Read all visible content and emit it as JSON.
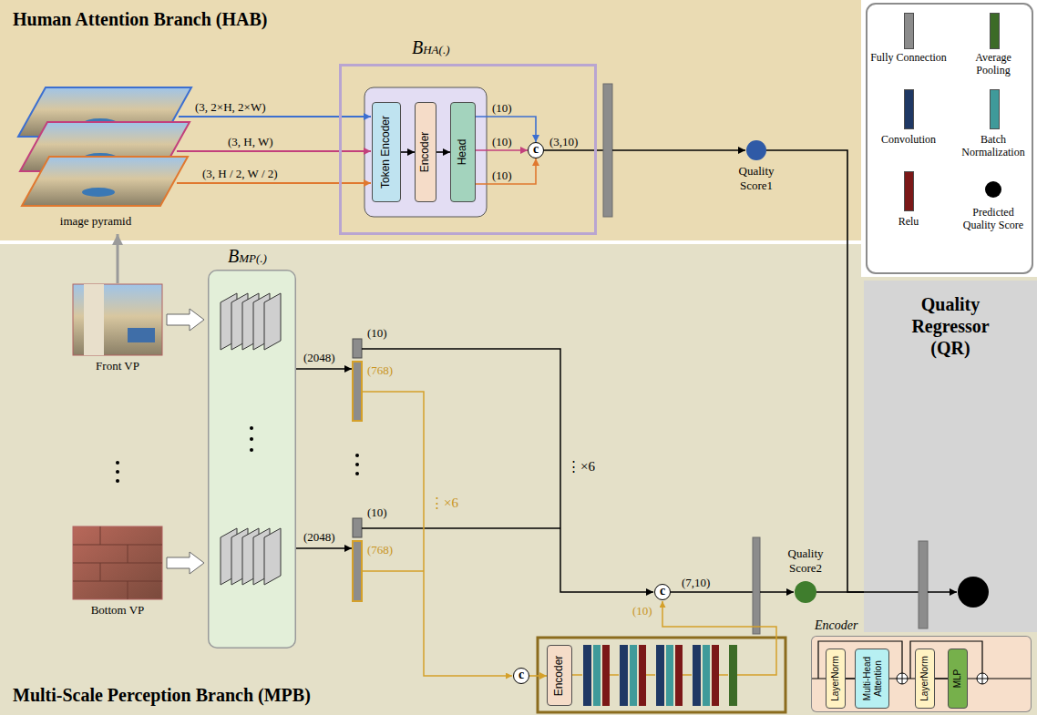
{
  "diagram": {
    "nodes": [
      {
        "text": [
          "Human Attention Branch (HAB)"
        ]
      },
      {
        "text": [
          "BHA(.)"
        ],
        "in": 0
      },
      {
        "text": [
          "Token Encoder"
        ],
        "in": 1
      },
      {
        "text": [
          "Encoder"
        ],
        "in": 1
      },
      {
        "text": [
          "Head"
        ],
        "in": 1
      },
      {
        "text": [
          "c"
        ],
        "in": 1
      },
      {
        "text": [
          "Quality Score1"
        ],
        "in": 0
      },
      {
        "text": [
          "Multi-Scale Perception Branch (MPB)"
        ]
      },
      {
        "text": [
          "BMP(.)"
        ],
        "in": 7
      },
      {
        "text": [
          "c"
        ],
        "in": 7
      },
      {
        "text": [
          "c"
        ],
        "in": 7
      },
      {
        "text": [
          "Encoder"
        ],
        "in": 7
      },
      {
        "text": [
          "Quality Score2"
        ],
        "in": 7
      },
      {
        "text": [
          "Quality Regressor (QR)"
        ]
      },
      {
        "text": [
          "Encoder"
        ],
        "in": 7
      },
      {
        "text": [
          "LayerNorm"
        ],
        "in": 14
      },
      {
        "text": [
          "Multi-Head Attention"
        ],
        "in": 14
      },
      {
        "text": [
          "LayerNorm"
        ],
        "in": 14
      },
      {
        "text": [
          "MLP"
        ],
        "in": 14
      }
    ],
    "edges": [
      {
        "from": 2,
        "to": 3,
        "arrow": "to"
      },
      {
        "from": 3,
        "to": 4,
        "arrow": "to"
      },
      {
        "from": 4,
        "to": 5,
        "label": "(10)",
        "arrow": "to"
      },
      {
        "from": 4,
        "to": 5,
        "label": "(10)",
        "arrow": "to"
      },
      {
        "from": 4,
        "to": 5,
        "label": "(10)",
        "arrow": "to"
      },
      {
        "from": 10,
        "to": 11,
        "arrow": "to"
      },
      {
        "from": 6,
        "to": 13,
        "arrow": "none"
      },
      {
        "from": 12,
        "to": 13,
        "arrow": "none"
      },
      {
        "from": 15,
        "to": 16,
        "arrow": "none"
      },
      {
        "from": 17,
        "to": 18,
        "arrow": "none"
      }
    ],
    "labels": [
      "(3, 2×H, 2×W)",
      "(3, H, W)",
      "(3, H / 2, W / 2)",
      "image pyramid",
      "(3,10)",
      "(2048)",
      "(10)",
      "(768)",
      "⋮×6",
      "⋮×6",
      "(2048)",
      "(10)",
      "(768)",
      "Front VP",
      "Bottom VP",
      "(7,10)",
      "(10)"
    ],
    "legend": [
      {
        "text": "Fully Connection",
        "color": "#8c8c8c"
      },
      {
        "text": "Average Pooling",
        "color": "#3c6b27"
      },
      {
        "text": "Convolution",
        "color": "#1f3864"
      },
      {
        "text": "Batch Normalization",
        "color": "#3f9a9a"
      },
      {
        "text": "Relu",
        "color": "#7b1818"
      },
      {
        "text": "Predicted Quality Score"
      }
    ]
  }
}
